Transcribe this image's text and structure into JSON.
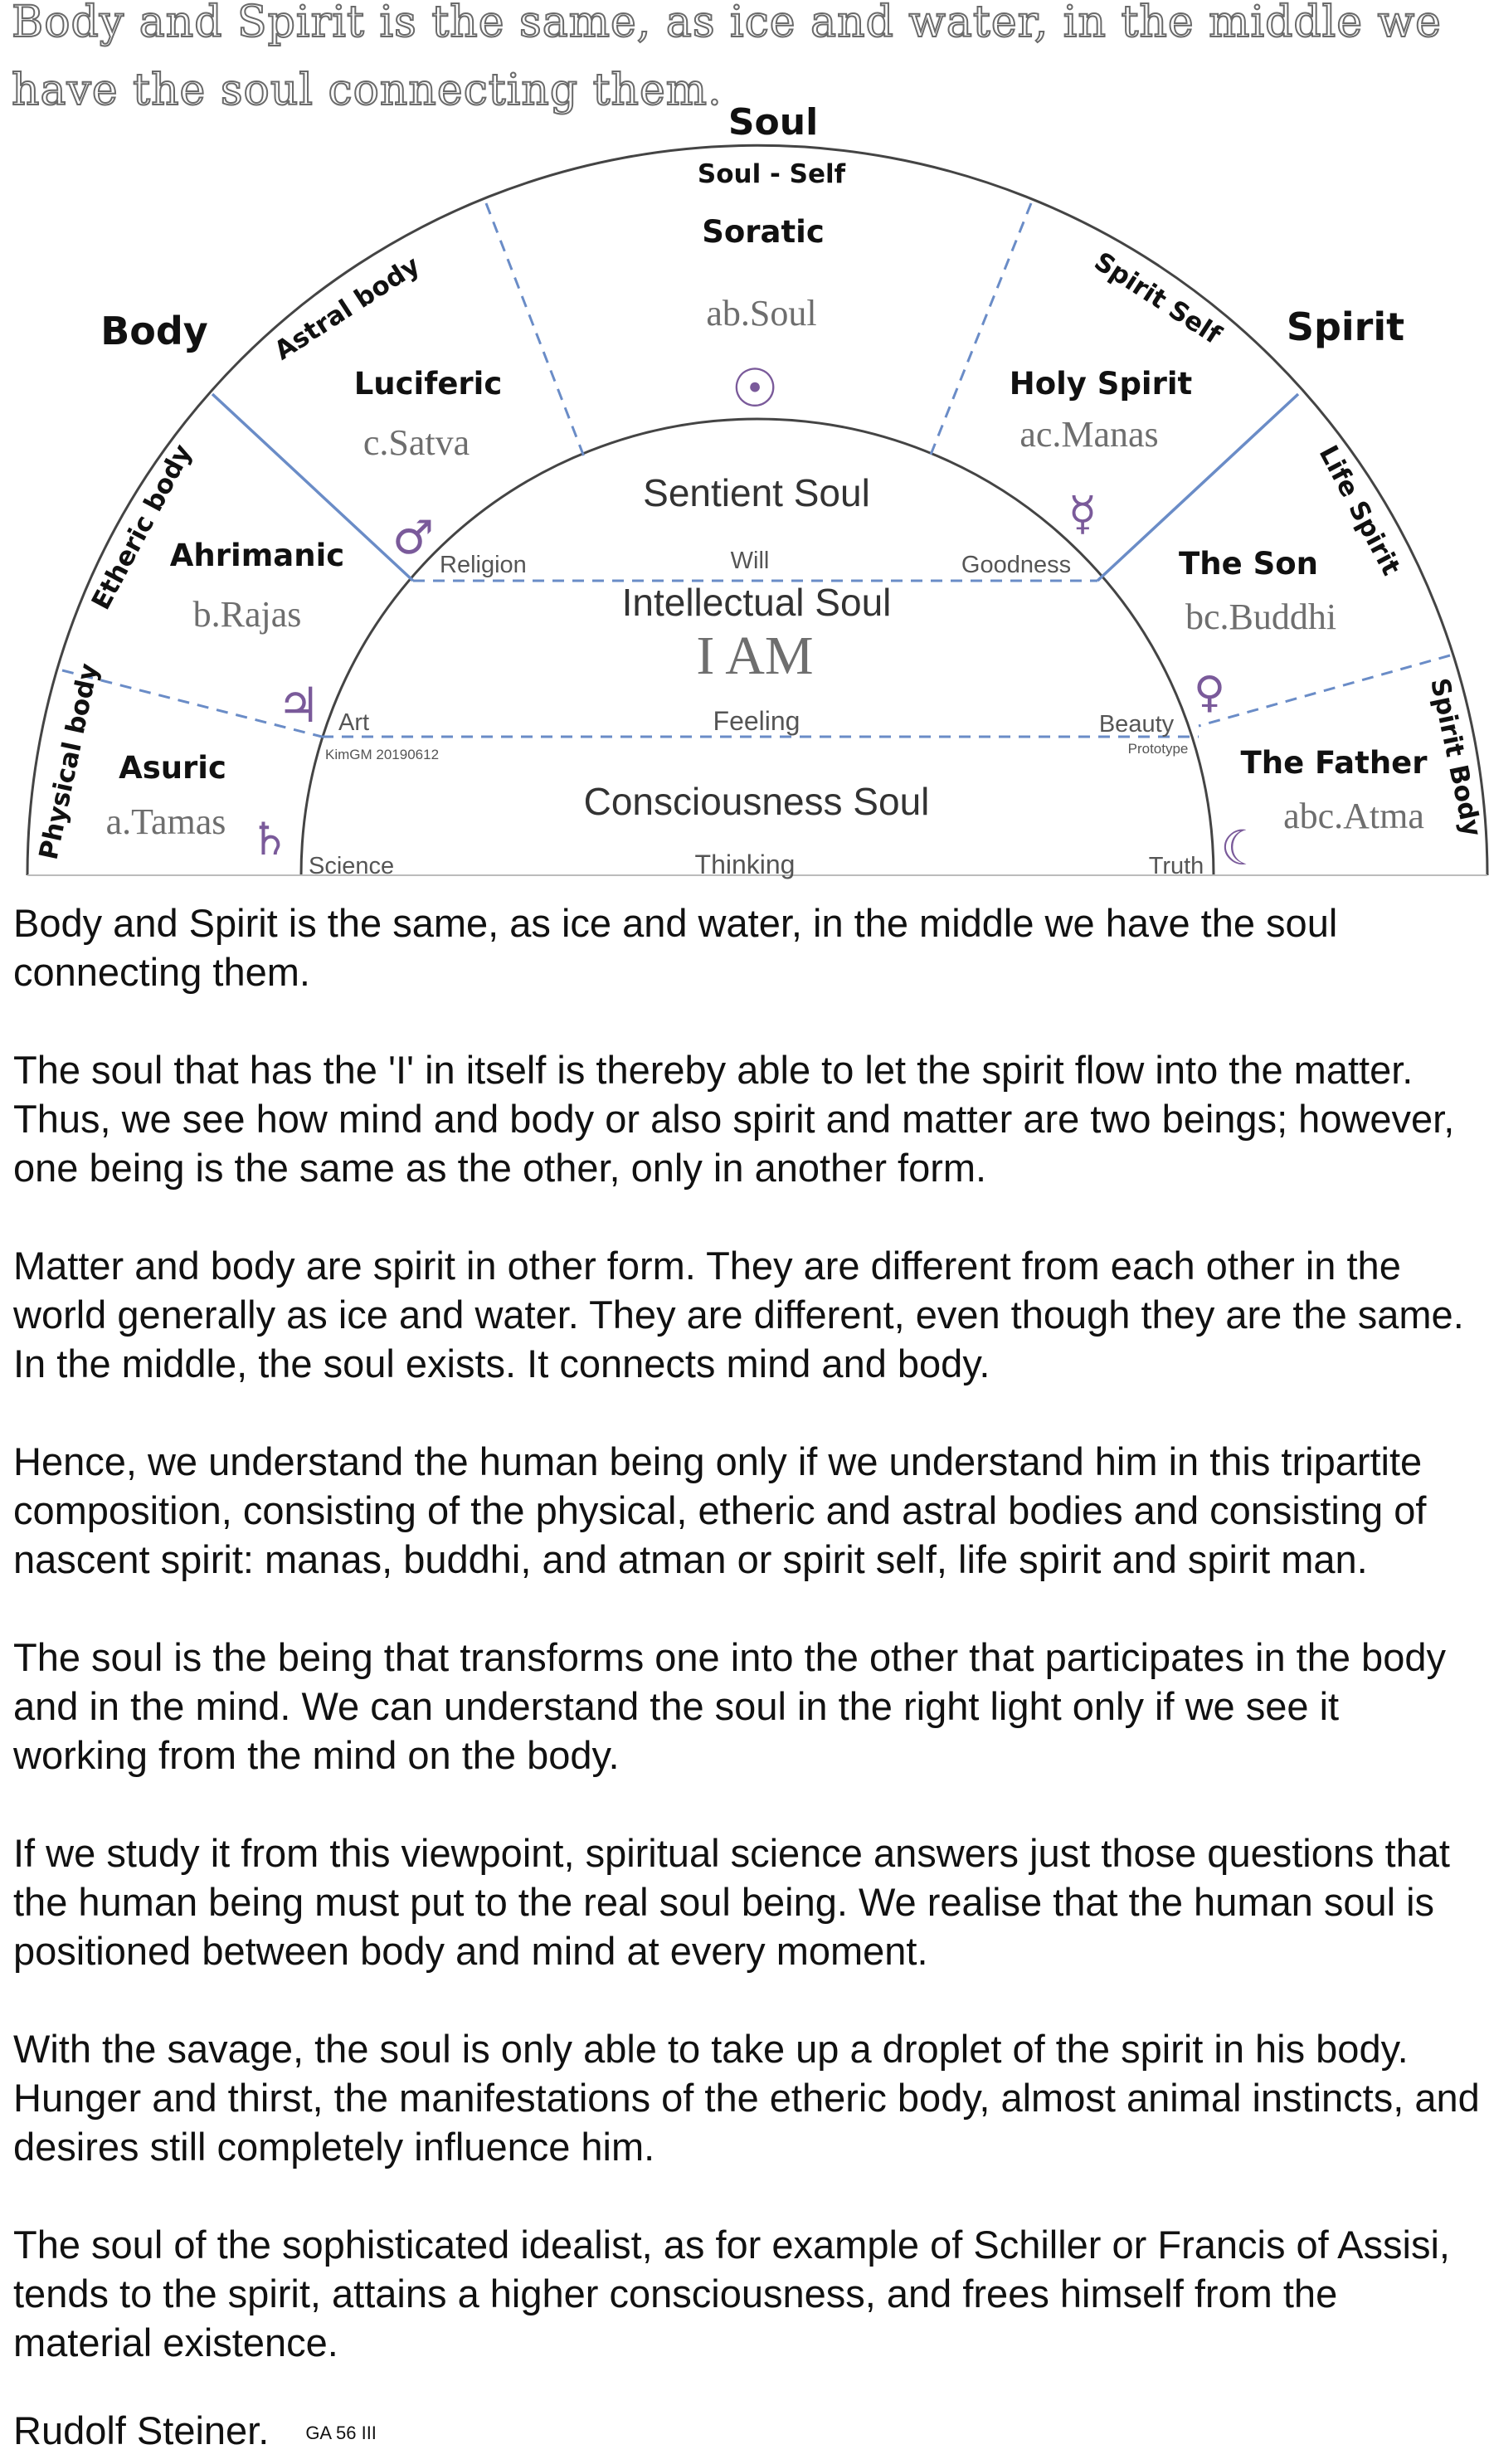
{
  "title": "Body and Spirit is the same, as ice and water, in the middle we have the soul connecting them.",
  "diagram": {
    "headings": {
      "body": "Body",
      "soul": "Soul",
      "spirit": "Spirit"
    },
    "outer_ring": {
      "physical_body": "Physical body",
      "etheric_body": "Etheric body",
      "astral_body": "Astral body",
      "spirit_self": "Spirit Self",
      "life_spirit": "Life Spirit",
      "spirit_body": "Spirit Body"
    },
    "sectors": {
      "asuric": {
        "name": "Asuric",
        "guna": "a.Tamas"
      },
      "ahrimanic": {
        "name": "Ahrimanic",
        "guna": "b.Rajas"
      },
      "luciferic": {
        "name": "Luciferic",
        "guna": "c.Satva"
      },
      "soul_self": {
        "name": "Soul - Self",
        "sub": "Soratic",
        "guna": "ab.Soul"
      },
      "holy_spirit": {
        "name": "Holy Spirit",
        "guna": "ac.Manas"
      },
      "the_son": {
        "name": "The Son",
        "guna": "bc.Buddhi"
      },
      "the_father": {
        "name": "The Father",
        "guna": "abc.Atma"
      }
    },
    "inner": {
      "sentient_soul": "Sentient Soul",
      "intellectual_soul": "Intellectual Soul",
      "i_am": "I AM",
      "consciousness_soul": "Consciousness Soul",
      "religion": "Religion",
      "will": "Will",
      "goodness": "Goodness",
      "art": "Art",
      "feeling": "Feeling",
      "beauty": "Beauty",
      "prototype": "Prototype",
      "science": "Science",
      "thinking": "Thinking",
      "truth": "Truth",
      "credit": "KimGM 20190612"
    },
    "symbols": {
      "sun": "☉",
      "mars": "♂",
      "jupiter": "♃",
      "saturn": "♄",
      "mercury": "☿",
      "venus": "♀",
      "moon": "☾"
    },
    "colors": {
      "line": "#6a8cc7",
      "arc": "#444444",
      "symbol": "#7a5a9a"
    }
  },
  "paragraphs": [
    "Body and Spirit is the same, as ice and water, in the middle we have the soul connecting them.",
    "The soul that has the 'I' in itself is thereby able to let the spirit flow into the matter. Thus, we see how mind and body or also spirit and matter are two beings; however, one being is the same as the other, only in another form.",
    "Matter and body are spirit in other form. They are different from each other in the world generally as ice and water. They are different, even though they are the same. In the middle, the soul exists. It connects mind and body.",
    "Hence, we understand the human being only if we understand him in this tripartite composition, consisting of the physical, etheric and astral bodies and consisting of nascent spirit: manas, buddhi, and atman or spirit self, life spirit and spirit man.",
    "The soul is the being that transforms one into the other that participates in the body and in the mind. We can understand the soul in the right light only if we see it working from the mind on the body.",
    "If we study it from this viewpoint, spiritual science answers just those questions that the human being must put to the real soul being. We realise that the human soul is positioned between body and mind at every moment.",
    "With the savage, the soul is only able to take up a droplet of the spirit in his body. Hunger and thirst, the manifestations of the etheric body, almost animal instincts, and desires still completely influence him.",
    "The soul of the sophisticated idealist, as for example of Schiller or Francis of Assisi, tends to the spirit, attains a higher consciousness, and frees himself from the material existence."
  ],
  "signature": {
    "author": "Rudolf Steiner.",
    "reference": "GA 56 III"
  }
}
